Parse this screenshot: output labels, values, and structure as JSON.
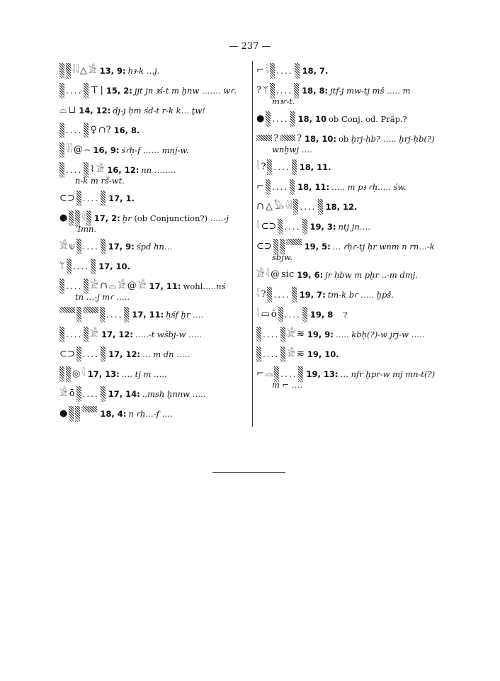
{
  "page_number": "— 237 —",
  "left_column": [
    {
      "glyphs": [
        "hatch",
        "hatch",
        "𓇋𓇋",
        "△",
        "𓀀"
      ],
      "ref": "13, 9:",
      "text": [
        [
          "ḥꜣ-k …j.",
          1
        ]
      ]
    },
    {
      "glyphs": [
        "hatch",
        "....",
        "hatch",
        "⊤",
        "|"
      ],
      "ref": "15, 2:",
      "text": [
        [
          "jjt jn ꜣś-t m ḫnw ……. wꜥ.",
          1
        ]
      ]
    },
    {
      "glyphs": [
        "⌓",
        "⊔"
      ],
      "ref": "14, 12:",
      "text": [
        [
          "dj-j ḥm śd-t r-k k… ṯw!",
          1
        ]
      ]
    },
    {
      "glyphs": [
        "hatch",
        "....",
        "hatch",
        "♀",
        "∩?"
      ],
      "ref": "16, 8.",
      "text": []
    },
    {
      "glyphs": [
        "hatch",
        "𓇋𓇋",
        "@",
        "⌢"
      ],
      "ref": "16, 9:",
      "text": [
        [
          "śꜥḥ-f …… mnj-w.",
          1
        ]
      ]
    },
    {
      "glyphs": [
        "hatch",
        "....",
        "hatch",
        "⌇",
        "𓀀"
      ],
      "ref": "16, 12:",
      "text": [
        [
          "nn …….. ",
          1
        ]
      ],
      "cont": "n-k m rš-wt."
    },
    {
      "glyphs": [
        "⊂⊃",
        "hatch",
        "....",
        "hatch"
      ],
      "ref": "17, 1.",
      "text": []
    },
    {
      "glyphs": [
        "●",
        "hatch",
        "hatch",
        "𓇋",
        "hatch"
      ],
      "ref": "17, 2:",
      "text": [
        [
          "ḫr",
          1
        ],
        [
          " (ob Conjunction?) ",
          0
        ],
        [
          "…..-j",
          1
        ]
      ],
      "cont": "ʾImn."
    },
    {
      "glyphs": [
        "𓀀",
        "⍦",
        "hatch",
        "....",
        "hatch"
      ],
      "ref": "17, 9:",
      "text": [
        [
          "śpd hn…",
          1
        ]
      ]
    },
    {
      "glyphs": [
        "ᛘ",
        "hatch",
        "....",
        "hatch"
      ],
      "ref": "17, 10.",
      "text": []
    },
    {
      "glyphs": [
        "hatch",
        "....",
        "hatch",
        "𓀀",
        "∩",
        "⌓",
        "𓀀",
        "@",
        "𓀀"
      ],
      "ref": "17, 11:",
      "text": [
        [
          "wohl",
          0
        ],
        [
          "…..nś",
          1
        ]
      ],
      "cont": "tn …-j mꜥ ….."
    },
    {
      "glyphs": [
        "hatchw",
        "hatch",
        "hatchw",
        "hatch",
        "....",
        "hatch"
      ],
      "ref": "17, 11:",
      "text": [
        [
          "ḥśf ḫr ….",
          1
        ]
      ]
    },
    {
      "glyphs": [
        "hatch",
        "....",
        "hatch",
        "𓀀"
      ],
      "ref": "17, 12:",
      "text": [
        [
          "…..-t wšbj-w …..",
          1
        ]
      ]
    },
    {
      "glyphs": [
        "⊂⊃",
        "hatch",
        "....",
        "hatch"
      ],
      "ref": "17, 12:",
      "text": [
        [
          "… m dn …..",
          1
        ]
      ]
    },
    {
      "glyphs": [
        "hatch",
        "hatch",
        "◎",
        "𓇋"
      ],
      "ref": "17, 13:",
      "text": [
        [
          "…. tj m …..",
          1
        ]
      ]
    },
    {
      "glyphs": [
        "𓀀",
        "ō",
        "hatch",
        "....",
        "hatch"
      ],
      "ref": "17, 14:",
      "text": [
        [
          "..msḥ ḫnnw …..",
          1
        ]
      ]
    },
    {
      "glyphs": [
        "●",
        "hatch",
        "hatch",
        "hatchw"
      ],
      "ref": "18, 4:",
      "text": [
        [
          "n ꜥḥ…-f ….",
          1
        ]
      ]
    }
  ],
  "right_column": [
    {
      "glyphs": [
        "⌐",
        "𓇋",
        "hatch",
        "....",
        "hatch"
      ],
      "ref": "18, 7.",
      "text": []
    },
    {
      "glyphs": [
        "?",
        "ᛘ",
        "hatch",
        "....",
        "hatch"
      ],
      "ref": "18, 8:",
      "text": [
        [
          "jtf-j mw-tj mš ….. m",
          1
        ]
      ],
      "cont": "mꜣꜥ-t."
    },
    {
      "glyphs": [
        "●",
        "hatch",
        "....",
        "hatch"
      ],
      "ref": "18, 10",
      "text": [
        [
          "ob Conj. od. Präp.?",
          0
        ]
      ]
    },
    {
      "glyphs": [
        "hatchw",
        "?",
        "hatchw",
        "?"
      ],
      "ref": "18, 10:",
      "text": [
        [
          "ob ",
          0
        ],
        [
          "ḫrj-ḥb? ….. ḫrj-ḥb(?)",
          1
        ]
      ],
      "cont": "wnḫwj …."
    },
    {
      "glyphs": [
        "𓇋",
        "?",
        "hatch",
        "....",
        "hatch"
      ],
      "ref": "18, 11.",
      "text": []
    },
    {
      "glyphs": [
        "⌐",
        "hatch",
        "....",
        "hatch"
      ],
      "ref": "18, 11:",
      "text": [
        [
          "….. m pꜣ ꜥḥ….. św.",
          1
        ]
      ]
    },
    {
      "glyphs": [
        "∩",
        "△",
        "𓅃",
        "𓇋𓇋",
        "hatch",
        "....",
        "hatch"
      ],
      "ref": "18, 12.",
      "text": []
    },
    {
      "glyphs": [
        "𓇋",
        "⊂⊃",
        "hatch",
        "....",
        "hatch"
      ],
      "ref": "19, 3:",
      "text": [
        [
          "ntj jn….",
          1
        ]
      ]
    },
    {
      "glyphs": [
        "⊂⊃",
        "hatch",
        "hatch",
        "hatchw"
      ],
      "ref": "19, 5:",
      "text": [
        [
          "… ꜥḥꜥ-tj ḥr wnm n rn…-k",
          1
        ]
      ],
      "cont": "śbjw."
    },
    {
      "glyphs": [
        "𓀀",
        "𓇋",
        "@",
        "sic"
      ],
      "ref": "19, 6:",
      "text": [
        [
          "jr ḥbw m pḫr ..-m dmj.",
          1
        ]
      ]
    },
    {
      "glyphs": [
        "𓇋",
        "?",
        "hatch",
        "....",
        "hatch"
      ],
      "ref": "19, 7:",
      "text": [
        [
          "tm-k bꜥ ….. ḫpš.",
          1
        ]
      ]
    },
    {
      "glyphs": [
        "𓇋",
        "▭",
        "ō",
        "hatch",
        "....",
        "hatch"
      ],
      "ref": "19, 8",
      "text": [
        [
          "   ?",
          0
        ]
      ]
    },
    {
      "glyphs": [
        "hatch",
        "....",
        "hatch",
        "𓀀",
        "≋"
      ],
      "ref": "19, 9:",
      "text": [
        [
          "….. ḳbḥ(?)-w jrj-w …..",
          1
        ]
      ]
    },
    {
      "glyphs": [
        "hatch",
        "....",
        "hatch",
        "𓀀",
        "≋"
      ],
      "ref": "19, 10.",
      "text": []
    },
    {
      "glyphs": [
        "⌐",
        "⌓",
        "hatch",
        "....",
        "hatch"
      ],
      "ref": "19, 13:",
      "text": [
        [
          "… nfr ḫpr-w mj mn-t(?)",
          1
        ]
      ],
      "cont": "m  ⌐  …."
    }
  ]
}
